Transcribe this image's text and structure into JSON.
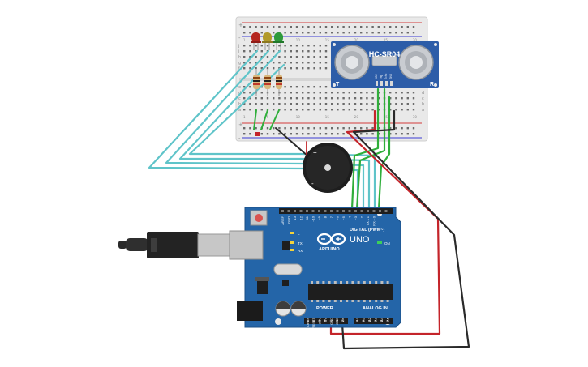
{
  "sensor": {
    "model": "HC-SR04",
    "left_mark": "T",
    "right_mark": "R",
    "pins": [
      "VCC",
      "Trig",
      "Echo",
      "GND"
    ]
  },
  "arduino": {
    "logo": "ARDUINO",
    "model": "UNO",
    "digital_label": "DIGITAL (PWM~)",
    "power_label": "POWER",
    "analog_label": "ANALOG IN",
    "on_label": "ON",
    "led_labels": [
      "L",
      "TX",
      "RX"
    ],
    "digital_pins": [
      "AREF",
      "GND",
      "13",
      "12",
      "~11",
      "~10",
      "~9",
      "8",
      "7",
      "~6",
      "~5",
      "4",
      "~3",
      "2",
      "TX→1",
      "RX←0"
    ],
    "power_pins": [
      "IOREF",
      "RESET",
      "3.3V",
      "5V",
      "GND",
      "GND",
      "Vin"
    ],
    "analog_pins": [
      "A0",
      "A1",
      "A2",
      "A3",
      "A4",
      "A5"
    ]
  },
  "breadboard": {
    "rail_plus": "+",
    "rail_minus": "-",
    "row_letters_top": [
      "j",
      "i",
      "h",
      "g",
      "f"
    ],
    "row_letters_bottom": [
      "e",
      "d",
      "c",
      "b",
      "a"
    ],
    "column_numbers": [
      "1",
      "5",
      "10",
      "15",
      "20",
      "25",
      "30"
    ]
  },
  "buzzer": {
    "plus_mark": "+",
    "minus_mark": "-"
  },
  "leds": [
    {
      "color": "#b5271f"
    },
    {
      "color": "#b29a2a"
    },
    {
      "color": "#2e9a3a"
    }
  ],
  "colors": {
    "board": "#2465a8",
    "sensor_board": "#2d5da8",
    "wire_cyan": "#5fc4c9",
    "wire_green": "#2fae3a",
    "wire_red": "#c4242a",
    "wire_black": "#2a2a2a"
  },
  "icons": [
    "usb-plug-icon",
    "arduino-infinity-icon",
    "reset-button-icon",
    "buzzer-icon",
    "led-icon",
    "resistor-icon"
  ]
}
